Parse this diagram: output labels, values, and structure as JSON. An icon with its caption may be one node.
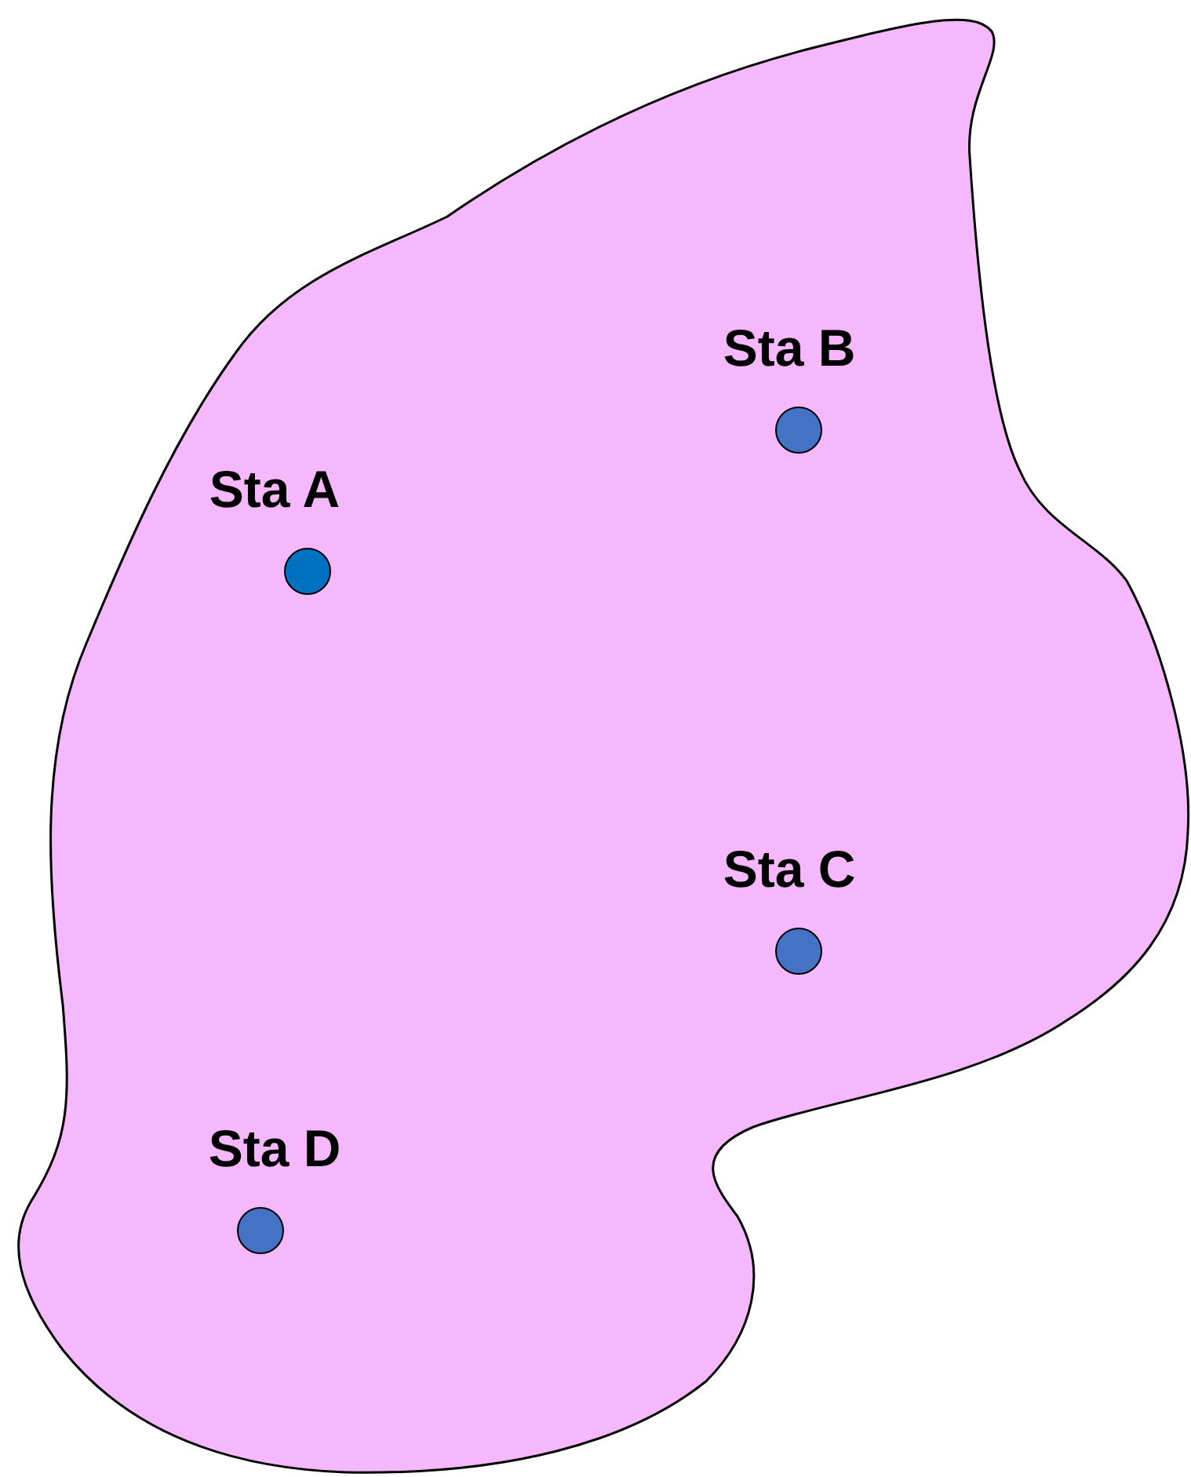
{
  "diagram": {
    "nodes": [
      {
        "text": [],
        "shape": "region"
      },
      {
        "text": [
          "Sta A"
        ],
        "in": 0
      },
      {
        "text": [
          "Sta B"
        ],
        "in": 0
      },
      {
        "text": [
          "Sta C"
        ],
        "in": 0
      },
      {
        "text": [
          "Sta D"
        ],
        "in": 0
      }
    ]
  }
}
